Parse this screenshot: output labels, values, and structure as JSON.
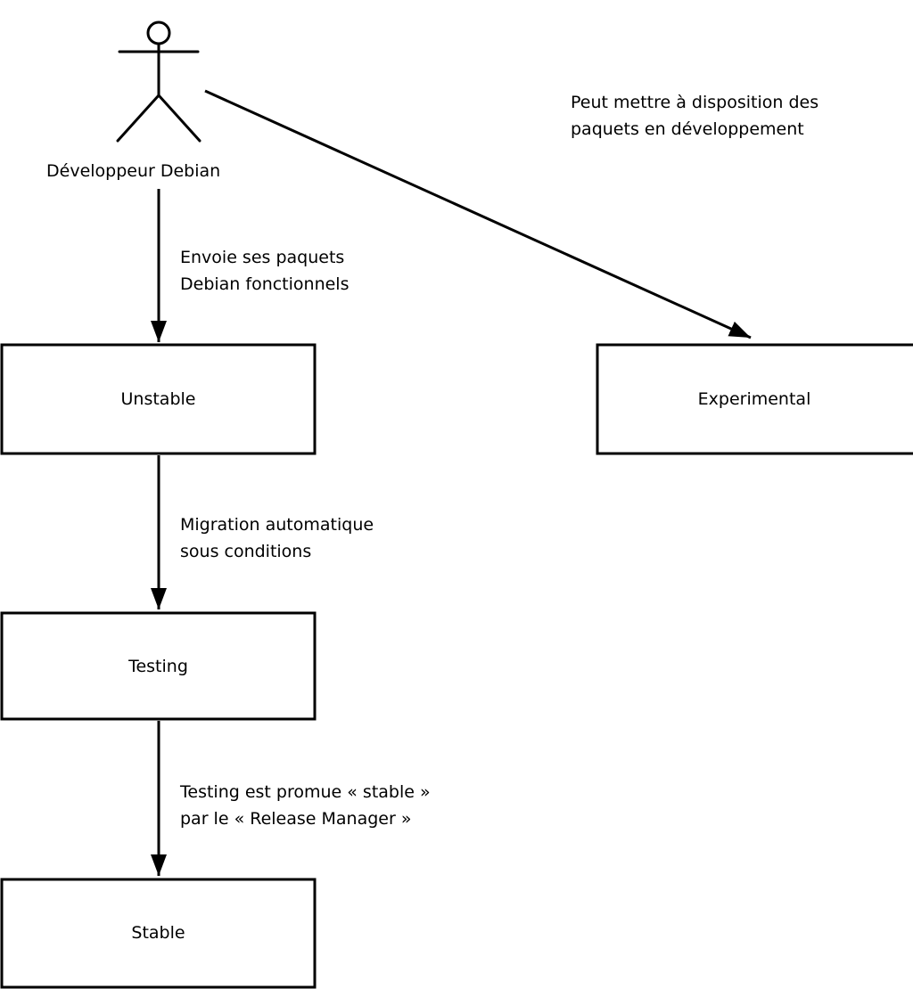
{
  "diagram": {
    "actor": {
      "label": "Développeur Debian"
    },
    "arrows": {
      "to_unstable_label": "Envoie ses paquets\nDebian fonctionnels",
      "to_experimental_label": "Peut mettre à disposition des\npaquets en développement",
      "to_testing_label": "Migration automatique\nsous conditions",
      "to_stable_label": "Testing est promue « stable »\npar le « Release Manager »"
    },
    "nodes": {
      "unstable": {
        "label": "Unstable"
      },
      "experimental": {
        "label": "Experimental"
      },
      "testing": {
        "label": "Testing"
      },
      "stable": {
        "label": "Stable"
      }
    },
    "colors": {
      "stroke": "#000000",
      "background": "#ffffff"
    }
  }
}
